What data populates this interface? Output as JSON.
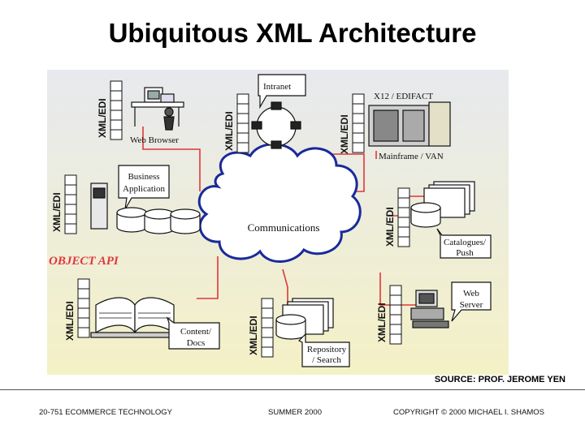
{
  "title": "Ubiquitous XML Architecture",
  "source": "SOURCE: PROF. JEROME YEN",
  "footer": {
    "course": "20-751 ECOMMERCE TECHNOLOGY",
    "term": "SUMMER 2000",
    "copyright": "COPYRIGHT © 2000 MICHAEL I. SHAMOS"
  },
  "diagram": {
    "center": "Communications",
    "object_api": "OBJECT API",
    "xml_edi": "XML/EDI",
    "nodes": {
      "web_browser": "Web Browser",
      "intranet": "Intranet",
      "x12": "X12 / EDIFACT",
      "mainframe": "Mainframe / VAN",
      "business_app_1": "Business",
      "business_app_2": "Application",
      "catalogues_1": "Catalogues/",
      "catalogues_2": "Push",
      "web_server_1": "Web",
      "web_server_2": "Server",
      "content_1": "Content/",
      "content_2": "Docs",
      "repository_1": "Repository",
      "repository_2": "/ Search"
    },
    "colors": {
      "background_top": "#e7e9ee",
      "background_bottom": "#f4f1c6",
      "link": "#e0363b",
      "cloud_outline": "#1a2a9a",
      "object_api": "#e0363b"
    }
  }
}
